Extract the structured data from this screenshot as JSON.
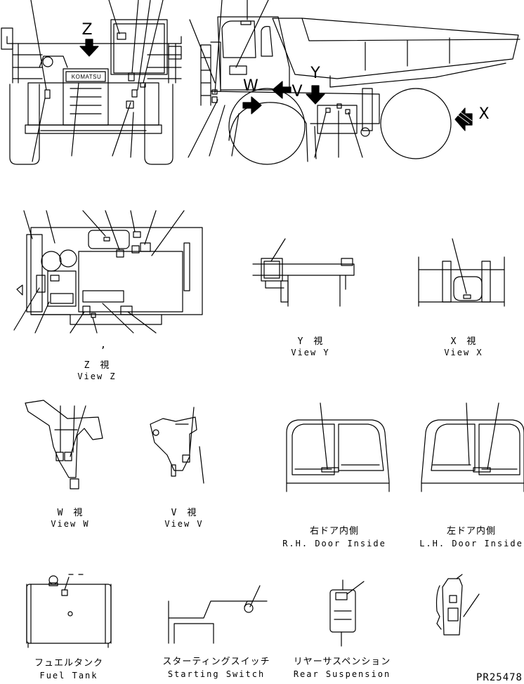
{
  "brand": "KOMATSU",
  "markers": {
    "z": "Z",
    "w": "W",
    "v": "V",
    "y": "Y",
    "x": "X"
  },
  "views": {
    "y": {
      "jp": "Y　視",
      "en": "View Y"
    },
    "x": {
      "jp": "X　視",
      "en": "View X"
    },
    "z": {
      "jp": "Z　視",
      "en": "View Z"
    },
    "w": {
      "jp": "W　視",
      "en": "View W"
    },
    "v": {
      "jp": "V　視",
      "en": "View V"
    },
    "rh_door": {
      "jp": "右ドア内側",
      "en": "R.H. Door Inside"
    },
    "lh_door": {
      "jp": "左ドア内側",
      "en": "L.H. Door Inside"
    },
    "fuel_tank": {
      "jp": "フュエルタンク",
      "en": "Fuel Tank"
    },
    "starting_switch": {
      "jp": "スターティングスイッチ",
      "en": "Starting Switch"
    },
    "rear_suspension": {
      "jp": "リヤーサスペンション",
      "en": "Rear Suspension"
    }
  },
  "stray_mark": ",",
  "drawing_number": "PR25478"
}
